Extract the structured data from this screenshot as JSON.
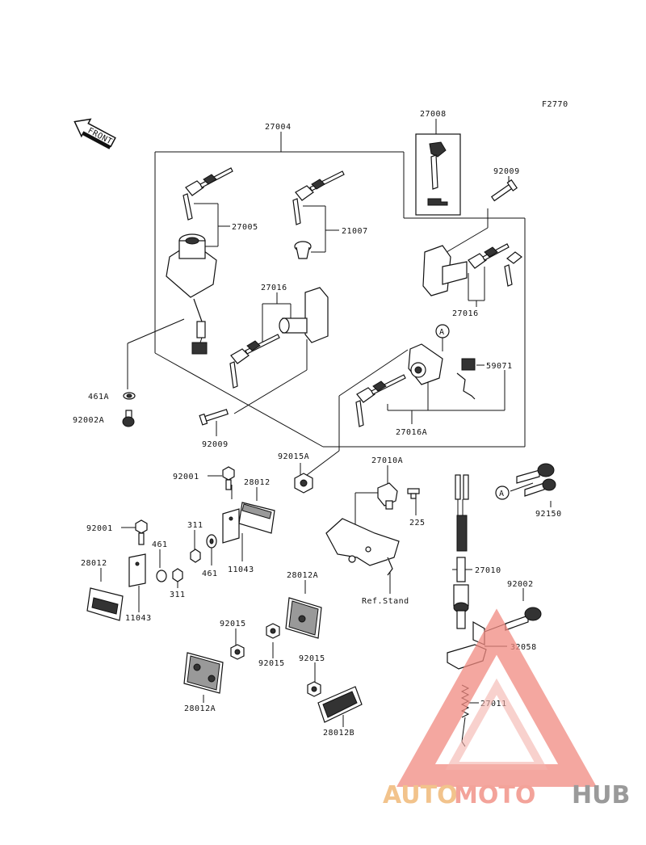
{
  "figure_code": "F2770",
  "front_label": "FRONT",
  "parts": {
    "p27004": "27004",
    "p27008": "27008",
    "p92009_top": "92009",
    "p27005": "27005",
    "p21007": "21007",
    "p27016_left": "27016",
    "p27016_right": "27016",
    "circle_a_top": "A",
    "p59071": "59071",
    "p461a": "461A",
    "p92002a": "92002A",
    "p27016a": "27016A",
    "p92009_bottom": "92009",
    "p92015a": "92015A",
    "p27010a": "27010A",
    "p92001_top": "92001",
    "p28012_top": "28012",
    "p225": "225",
    "circle_a_bottom": "A",
    "p92150": "92150",
    "p92001_left": "92001",
    "p311_top": "311",
    "p461_mid": "461",
    "p11043_mid": "11043",
    "p461_left": "461",
    "p28012_left": "28012",
    "p311_left": "311",
    "p11043_left": "11043",
    "p27010": "27010",
    "ref_stand": "Ref.Stand",
    "p28012a_mid": "28012A",
    "p92002": "92002",
    "p92015_left": "92015",
    "p32058": "32058",
    "p92015_mid": "92015",
    "p92015_right": "92015",
    "p28012a_bottom": "28012A",
    "p27011": "27011",
    "p28012b": "28012B"
  },
  "watermark": {
    "part1": "AUTO",
    "part2": "MOTO",
    "part3": "HUB",
    "color1": "#f2c38c",
    "color2": "#f3a39a",
    "color3": "#9a9a9a"
  }
}
